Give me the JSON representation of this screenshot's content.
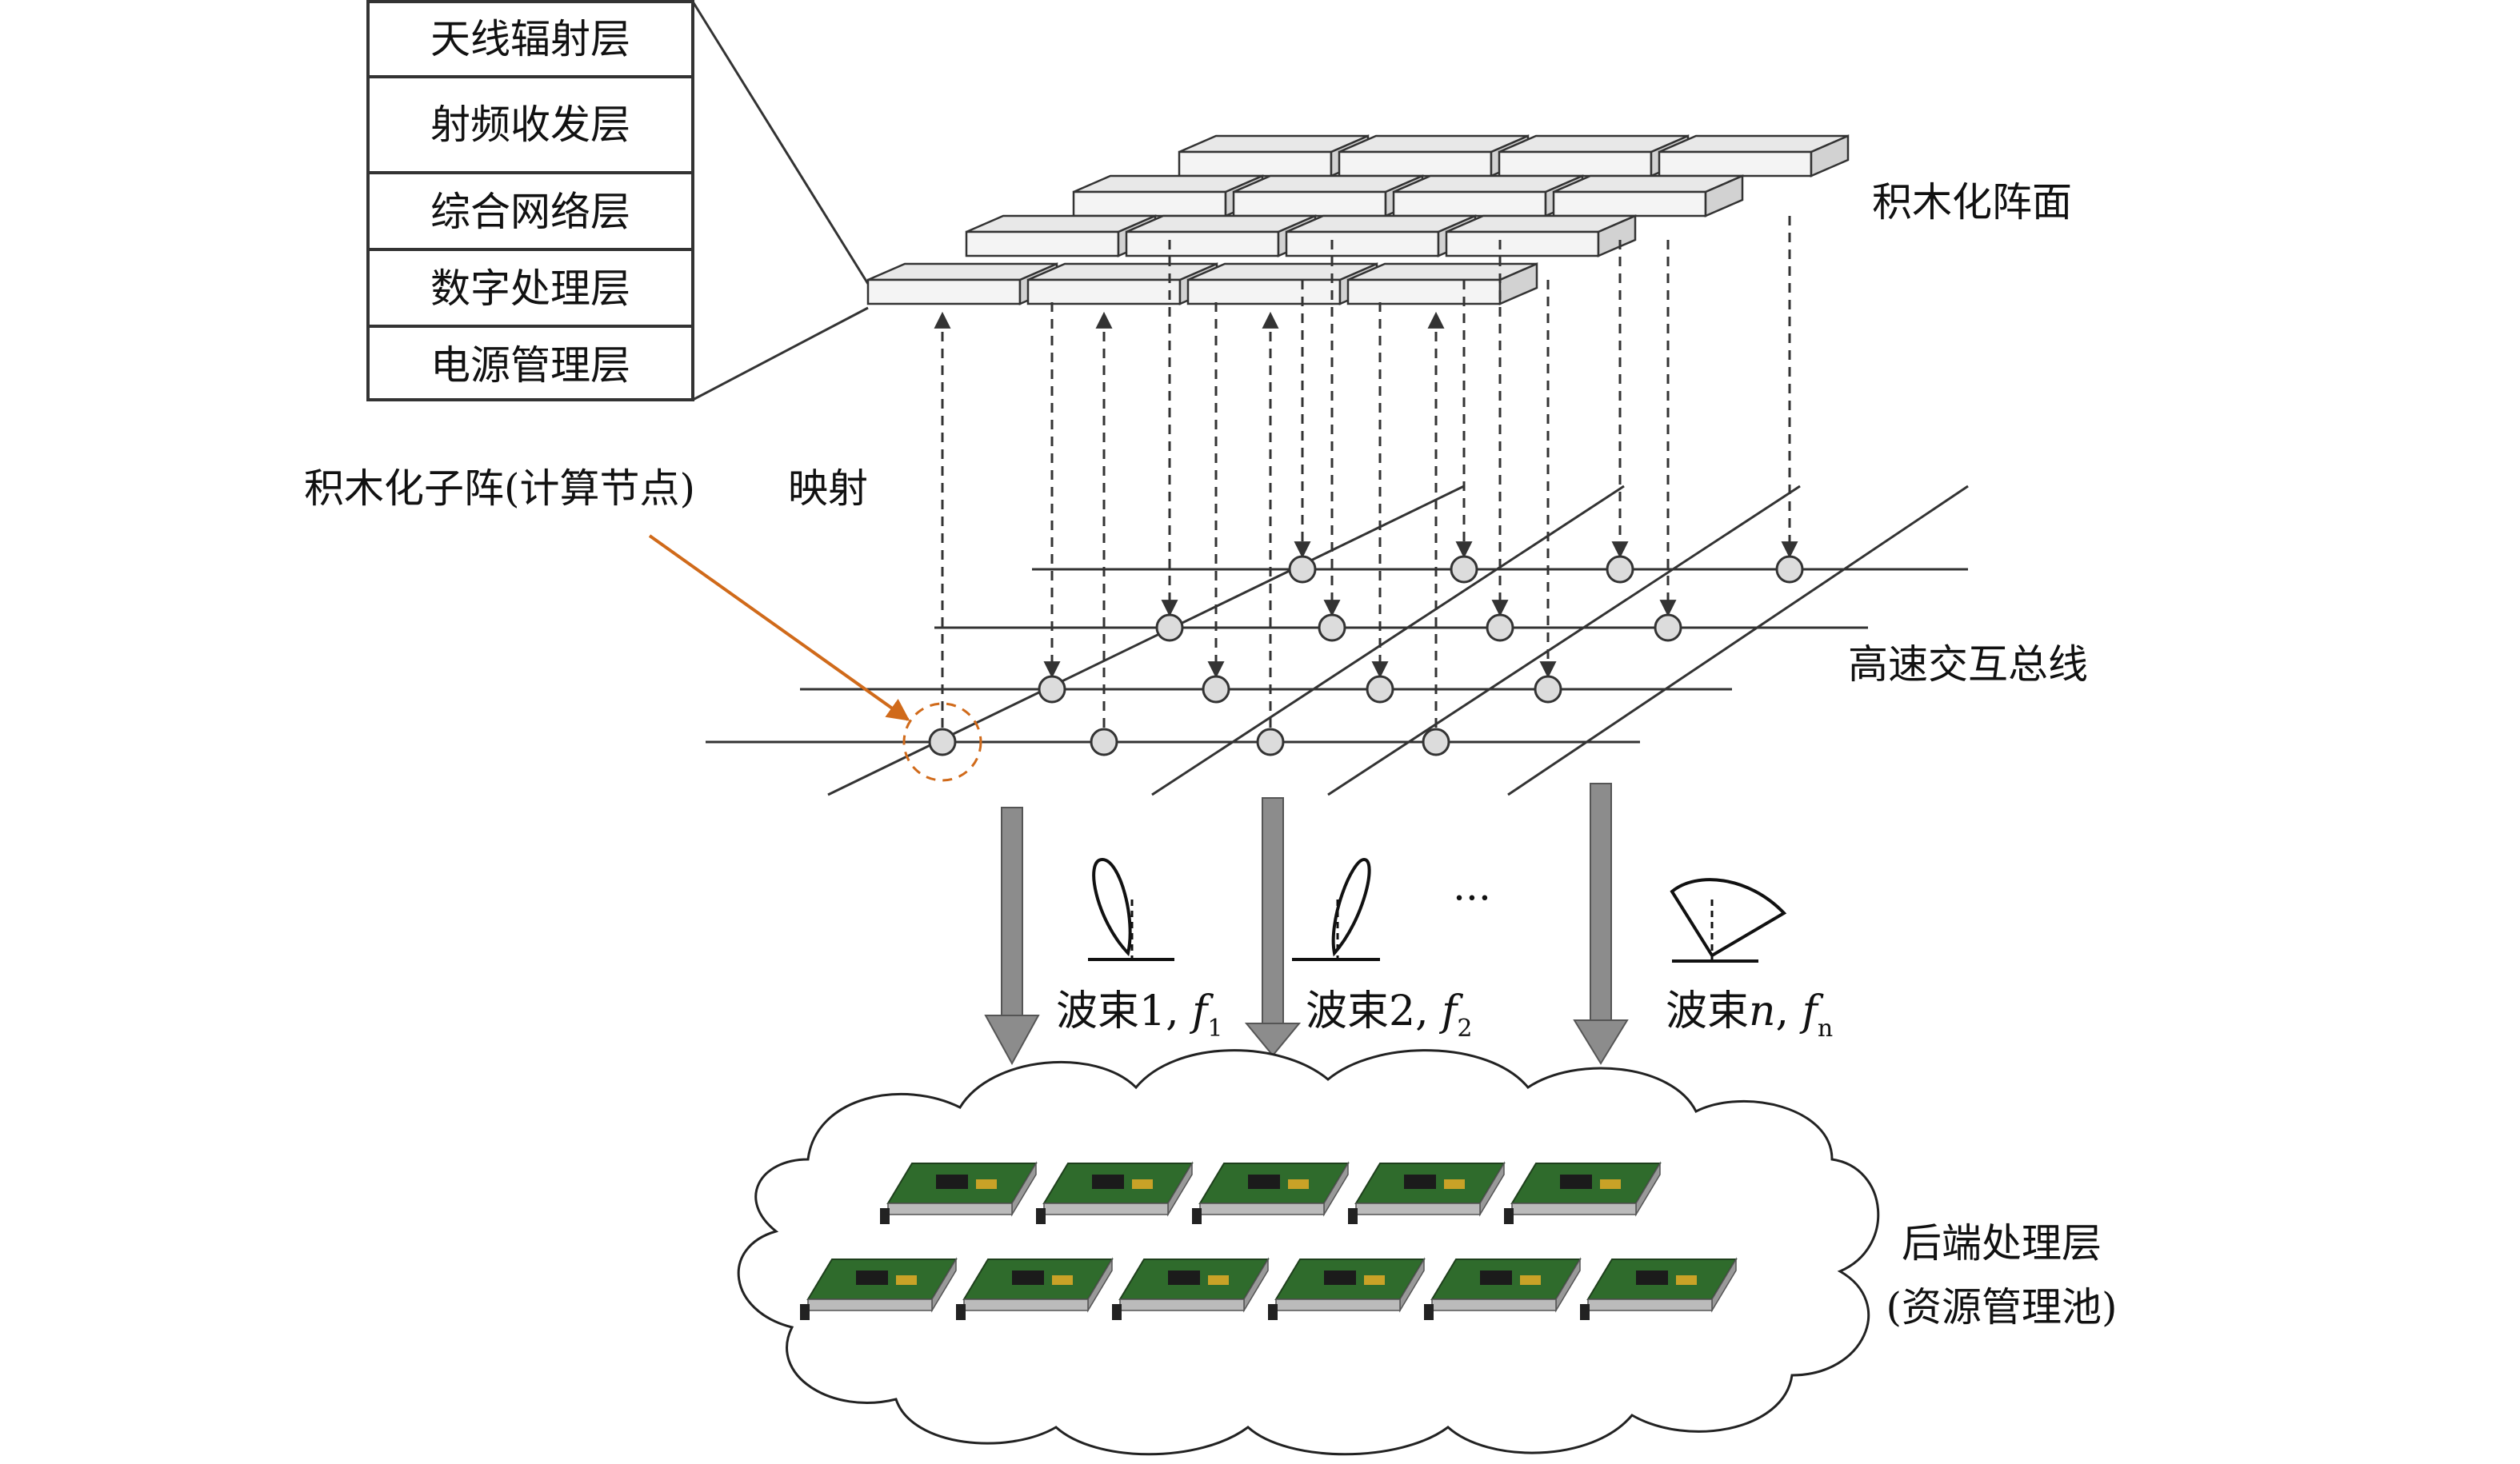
{
  "layer_stack": {
    "labels": [
      "天线辐射层",
      "射频收发层",
      "综合网络层",
      "数字处理层",
      "电源管理层"
    ]
  },
  "labels": {
    "array_face": "积木化阵面",
    "subarray": "积木化子阵(计算节点)",
    "mapping": "映射",
    "bus": "高速交互总线",
    "ellipsis": "···",
    "backend_line1": "后端处理层",
    "backend_line2": "(资源管理池)"
  },
  "beams": [
    {
      "prefix": "波束1, ",
      "var": "f",
      "sub": "1"
    },
    {
      "prefix": "波束2, ",
      "var": "f",
      "sub": "2"
    },
    {
      "prefix": "波束",
      "mid": "n",
      "comma": ", ",
      "var": "f",
      "sub": "n"
    }
  ],
  "colors": {
    "stroke": "#333333",
    "tile_top": "#e8e8e8",
    "tile_front": "#f4f4f4",
    "node_fill": "#dcdcdc",
    "down_arrow": "#8c8c8c",
    "callout": "#d06a1a",
    "pcb_green": "#2f6b2c"
  }
}
